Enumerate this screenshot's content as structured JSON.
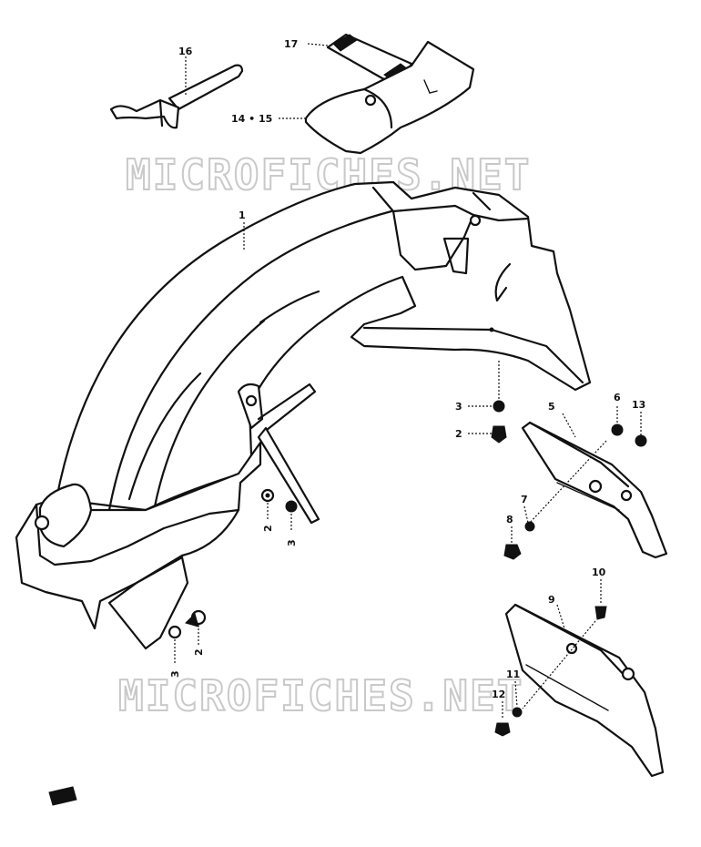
{
  "watermark": {
    "text": "MICROFICHES.NET"
  },
  "logo": {
    "text": ""
  },
  "callouts": {
    "c1": "1",
    "c2a": "2",
    "c2b": "2",
    "c2c": "2",
    "c3a": "3",
    "c3b": "3",
    "c3c": "3",
    "c5": "5",
    "c6": "6",
    "c7": "7",
    "c8": "8",
    "c9": "9",
    "c10": "10",
    "c11": "11",
    "c12": "12",
    "c13": "13",
    "c1415": "14 • 15",
    "c16": "16",
    "c17": "17"
  }
}
